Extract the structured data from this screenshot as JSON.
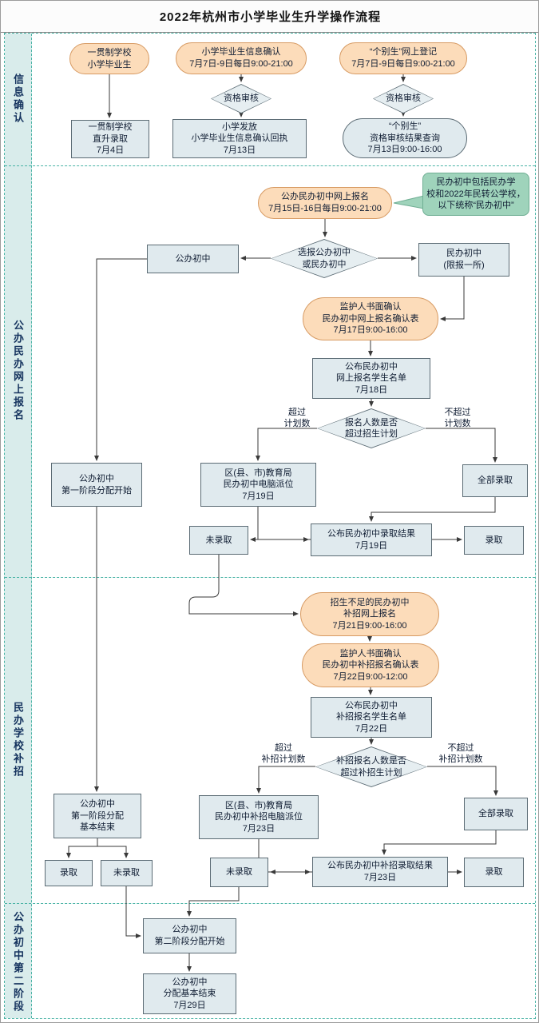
{
  "title": "2022年杭州市小学毕业生升学操作流程",
  "lanes": [
    {
      "label": "信息确认"
    },
    {
      "label": "公办民办网上报名"
    },
    {
      "label": "民办学校补招"
    },
    {
      "label": "公办初中第二阶段"
    }
  ],
  "note": "民办初中包括民办学\n校和2022年民转公学校，\n以下统称“民办初中”",
  "nodes": {
    "consistent_school_students": "一贯制学校\n小学毕业生",
    "grad_info_confirm": "小学毕业生信息确认\n7月7日-9日每日9:00-21:00",
    "individual_online_register": "“个别生”网上登记\n7月7日-9日每日9:00-21:00",
    "qual_review_1": "资格审核",
    "qual_review_2": "资格审核",
    "direct_admission": "一贯制学校\n直升录取\n7月4日",
    "issue_receipt": "小学发放\n小学毕业生信息确认回执\n7月13日",
    "individual_result_query": "“个别生”\n资格审核结果查询\n7月13日9:00-16:00",
    "online_apply": "公办民办初中网上报名\n7月15日-16日每日9:00-21:00",
    "choose_school": "选报公办初中\n或民办初中",
    "public_school": "公办初中",
    "private_school": "民办初中\n(限报一所)",
    "guardian_confirm": "监护人书面确认\n民办初中网上报名确认表\n7月17日9:00-16:00",
    "publish_applicants": "公布民办初中\n网上报名学生名单\n7月18日",
    "over_plan_decision": "报名人数是否\n超过招生计划",
    "lottery": "区(县、市)教育局\n民办初中电脑派位\n7月19日",
    "admit_all_1": "全部录取",
    "first_stage_start": "公办初中\n第一阶段分配开始",
    "publish_results_1": "公布民办初中录取结果\n7月19日",
    "not_admitted_1": "未录取",
    "admitted_1": "录取",
    "supp_apply": "招生不足的民办初中\n补招网上报名\n7月21日9:00-16:00",
    "supp_guardian_confirm": "监护人书面确认\n民办初中补招报名确认表\n7月22日9:00-12:00",
    "supp_publish_applicants": "公布民办初中\n补招报名学生名单\n7月22日",
    "supp_over_plan_decision": "补招报名人数是否\n超过补招生计划",
    "supp_lottery": "区(县、市)教育局\n民办初中补招电脑派位\n7月23日",
    "admit_all_2": "全部录取",
    "first_stage_end": "公办初中\n第一阶段分配\n基本结束",
    "publish_results_2": "公布民办初中补招录取结果\n7月23日",
    "not_admitted_2": "未录取",
    "admitted_2": "录取",
    "admitted_left": "录取",
    "not_admitted_left": "未录取",
    "second_stage_start": "公办初中\n第二阶段分配开始",
    "final_end": "公办初中\n分配基本结束\n7月29日"
  },
  "edge_labels": {
    "over_plan": "超过\n计划数",
    "not_over_plan": "不超过\n计划数",
    "over_supp_plan": "超过\n补招计划数",
    "not_over_supp_plan": "不超过\n补招计划数"
  },
  "colors": {
    "lane_label_bg": "#d9eceb",
    "dashed_border": "#49b3a5",
    "pill_fill": "#fcdcba",
    "pill_border": "#d79a62",
    "box_fill": "#e0eaee",
    "box_border": "#5b6b74",
    "note_fill": "#9fd3bb",
    "arrow": "#3a3a3a"
  }
}
